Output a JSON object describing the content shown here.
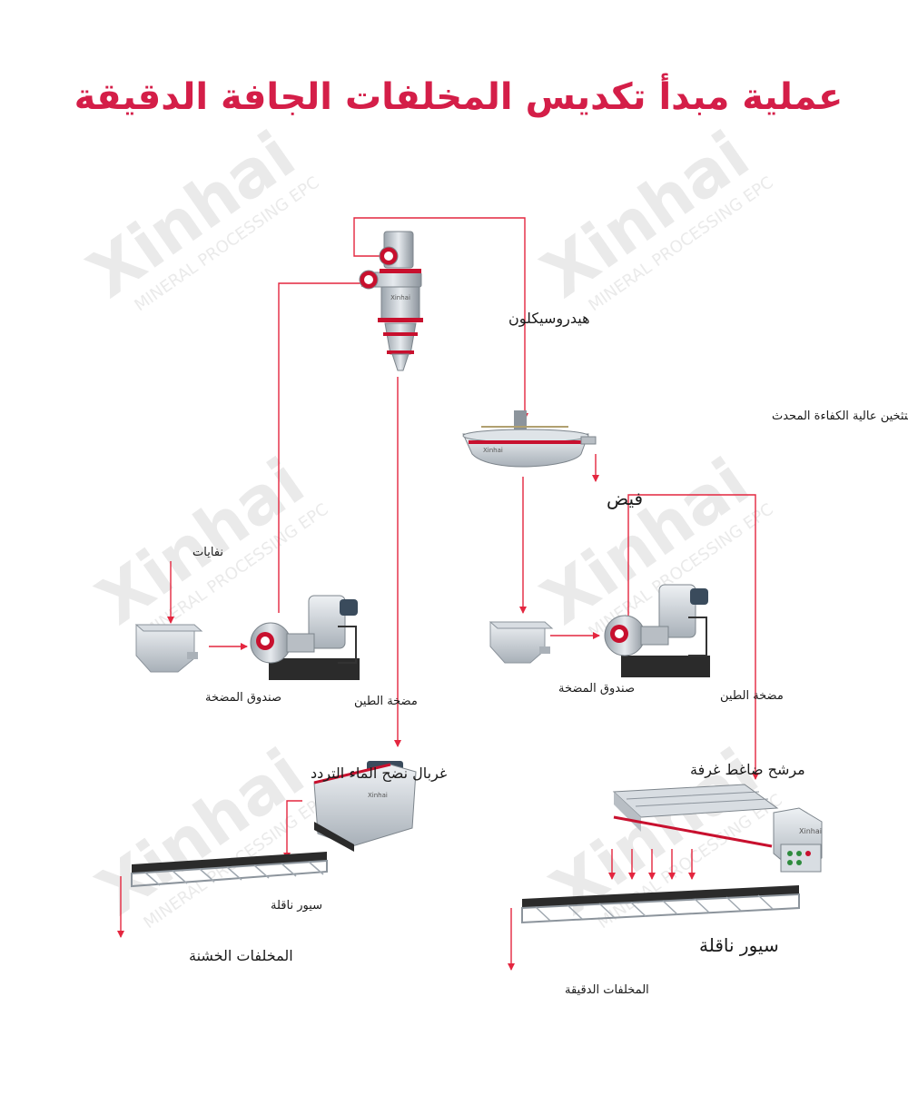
{
  "title": "عملية مبدأ تكديس المخلفات الجافة الدقيقة",
  "watermark": {
    "brand": "Xinhai",
    "tagline": "MINERAL PROCESSING EPC"
  },
  "colors": {
    "flow": "#e4263f",
    "title": "#d41e48",
    "accent": "#c8102e"
  },
  "labels": {
    "hydrocyclone": "هيدروسيكلون",
    "thickener": "خزان التثخين عالية الكفاءة المحدث",
    "overflow": "فيض",
    "tailings": "نفايات",
    "slurry_box_left": "صندوق المضخة",
    "slurry_pump_left": "مضخة الطين",
    "slurry_box_right": "صندوق المضخة",
    "slurry_pump_right": "مضخة الطين",
    "dewatering_screen": "غربال نضح الماء التردد",
    "filter_press": "مرشح ضاغط غرفة",
    "belt_conveyor_left": "سيور  ناقلة",
    "belt_conveyor_right": "سيور  ناقلة",
    "coarse_tailings": "المخلفات الخشنة",
    "fine_tailings": "المخلفات الدقيقة"
  },
  "equipment_brand": "Xinhai"
}
